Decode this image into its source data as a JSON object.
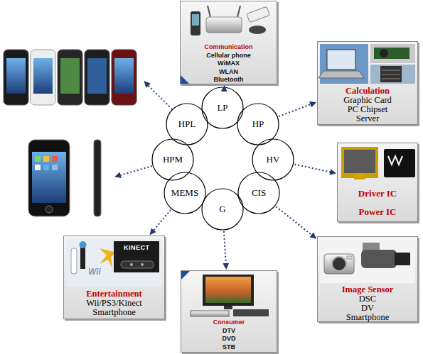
{
  "diagram": {
    "nodes": [
      {
        "text": [
          "Communication",
          "Cellular phone",
          "WiMAX",
          "WLAN",
          "Bluetooth"
        ]
      },
      {
        "text": [
          "LP"
        ]
      },
      {
        "text": [
          "HPL"
        ]
      },
      {
        "text": [
          "HP"
        ]
      },
      {
        "text": [
          "Calculation",
          "Graphic Card",
          "PC Chipset",
          "Server"
        ]
      },
      {
        "text": [
          "HPM"
        ]
      },
      {
        "text": [
          "HV"
        ]
      },
      {
        "text": [
          "Driver IC",
          "Power IC"
        ]
      },
      {
        "text": [
          "MEMS"
        ]
      },
      {
        "text": [
          "CIS"
        ]
      },
      {
        "text": [
          "G"
        ]
      },
      {
        "text": [
          "Entertainment",
          "Wii/PS3/Kinect",
          "Smartphone"
        ]
      },
      {
        "text": [
          "Image Sensor",
          "DSC",
          "DV",
          "Smartphone"
        ]
      },
      {
        "text": [
          "Consumer",
          "DTV",
          "DVD",
          "STB"
        ]
      }
    ],
    "edges": [
      {
        "from": 1,
        "to": 0,
        "arrow": "to"
      },
      {
        "from": 3,
        "to": 4,
        "arrow": "to"
      },
      {
        "from": 6,
        "to": 7,
        "arrow": "to"
      },
      {
        "from": 9,
        "to": 12,
        "arrow": "to"
      },
      {
        "from": 10,
        "to": 13,
        "arrow": "to"
      },
      {
        "from": 8,
        "to": 11,
        "arrow": "to"
      }
    ],
    "labels": [
      "Wii",
      "KINECT"
    ]
  }
}
